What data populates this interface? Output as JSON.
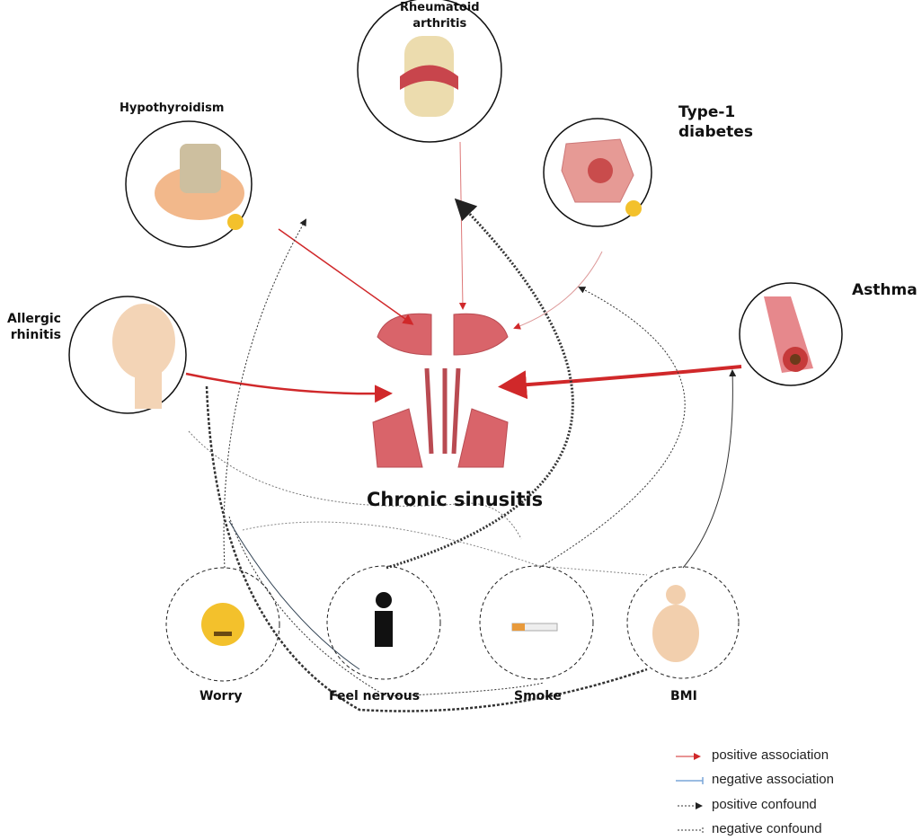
{
  "nodes": {
    "rheumatoid": "Rheumatoid arthritis",
    "rheumatoid_l1": "Rheumatoid",
    "rheumatoid_l2": "arthritis",
    "hypothyroidism": "Hypothyroidism",
    "t1d_l1": "Type-1",
    "t1d_l2": "diabetes",
    "asthma": "Asthma",
    "allergic_l1": "Allergic",
    "allergic_l2": "rhinitis",
    "center": "Chronic sinusitis",
    "worry": "Worry",
    "nervous": "Feel nervous",
    "smoke": "Smoke",
    "bmi": "BMI"
  },
  "legend": {
    "positive_association": "positive association",
    "negative_association": "negative association",
    "positive_confound": "positive confound",
    "negative_confound": "negative confound"
  },
  "colors": {
    "positive": "#d0282a",
    "negative": "#7aa6d8",
    "confound": "#333333",
    "tissue": "#d9646a"
  }
}
